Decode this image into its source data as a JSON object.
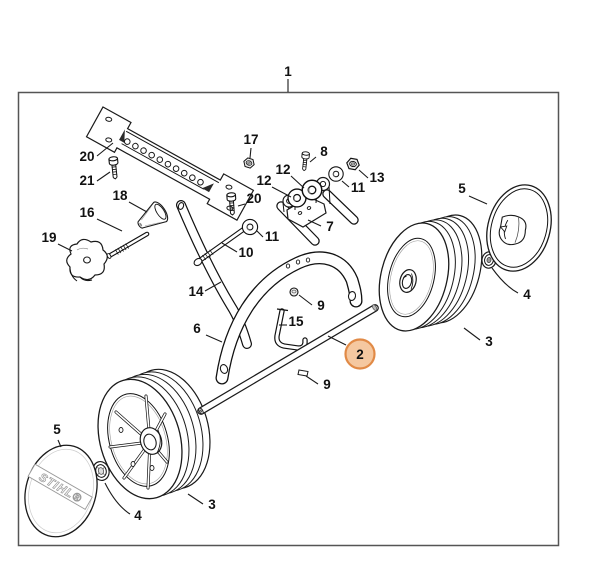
{
  "figure": {
    "description_visible_text_only": "exploded parts diagram",
    "canvas_bg": "#ffffff",
    "line_color": "#1a1a1a",
    "frame_color": "#555555",
    "hubcap_logo": "STIHL®",
    "highlight": {
      "part": "2",
      "fill": "#f5c8a0",
      "stroke": "#e18a46"
    },
    "callouts": {
      "p1": "1",
      "p2": "2",
      "p3": "3",
      "p4": "4",
      "p5": "5",
      "p6": "6",
      "p7": "7",
      "p8": "8",
      "p9": "9",
      "p10": "10",
      "p11": "11",
      "p12": "12",
      "p13": "13",
      "p14": "14",
      "p15": "15",
      "p16": "16",
      "p17": "17",
      "p18": "18",
      "p19": "19",
      "p20": "20",
      "p21": "21"
    }
  }
}
